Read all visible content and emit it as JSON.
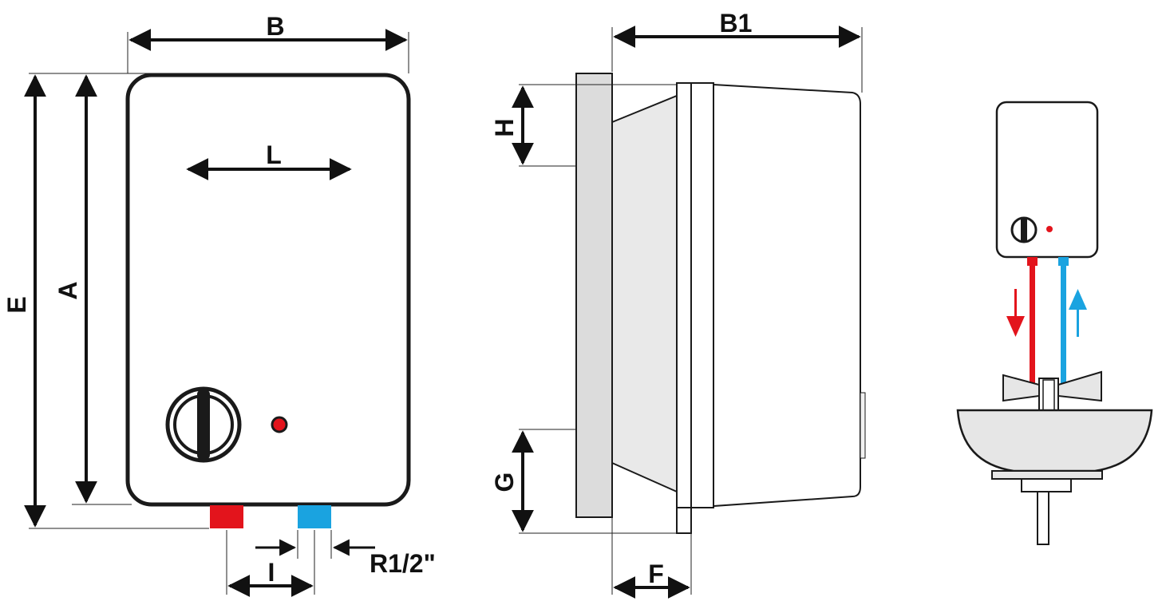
{
  "labels": {
    "B": "B",
    "B1": "B1",
    "L": "L",
    "A": "A",
    "E": "E",
    "H": "H",
    "G": "G",
    "F": "F",
    "I": "I",
    "thread": "R1/2\""
  },
  "colors": {
    "outline": "#1a1a1a",
    "hot": "#e3141c",
    "cold": "#1aa3e0",
    "wall": "#dcdcdc",
    "body_fill": "#ffffff",
    "basin_fill": "#e6e6e6"
  },
  "icons": [
    "thermostat-knob-icon",
    "indicator-light-icon",
    "arrow-down-hot-icon",
    "arrow-up-cold-icon"
  ]
}
